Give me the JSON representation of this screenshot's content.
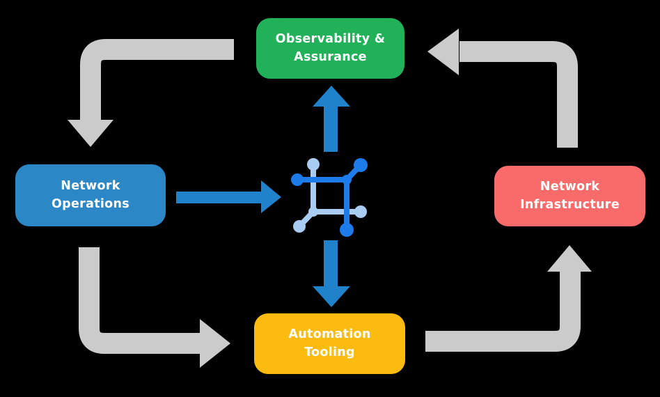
{
  "background": "#000000",
  "nodes": {
    "observability": {
      "line1": "Observability &",
      "line2": "Assurance",
      "color": "#21B158"
    },
    "operations": {
      "line1": "Network",
      "line2": "Operations",
      "color": "#2C87C6"
    },
    "infrastructure": {
      "line1": "Network",
      "line2": "Infrastructure",
      "color": "#F96A6A"
    },
    "automation": {
      "line1": "Automation",
      "line2": "Tooling",
      "color": "#FCBB10"
    }
  },
  "center_icon": {
    "name": "network-mesh-icon",
    "color_primary": "#1E7BEA",
    "color_secondary": "#A9CCF3"
  },
  "arrows": {
    "gray_color": "#CBCBCB",
    "blue_color": "#1F82CA",
    "flows": [
      {
        "from": "observability-assurance",
        "to": "network-operations",
        "style": "gray-elbow"
      },
      {
        "from": "network-operations",
        "to": "automation-tooling",
        "style": "gray-elbow"
      },
      {
        "from": "automation-tooling",
        "to": "network-infrastructure",
        "style": "gray-elbow"
      },
      {
        "from": "network-infrastructure",
        "to": "observability-assurance",
        "style": "gray-elbow"
      },
      {
        "from": "network-operations",
        "to": "center-icon",
        "style": "blue-straight"
      },
      {
        "from": "center-icon",
        "to": "observability-assurance",
        "style": "blue-straight"
      },
      {
        "from": "center-icon",
        "to": "automation-tooling",
        "style": "blue-straight"
      }
    ]
  }
}
